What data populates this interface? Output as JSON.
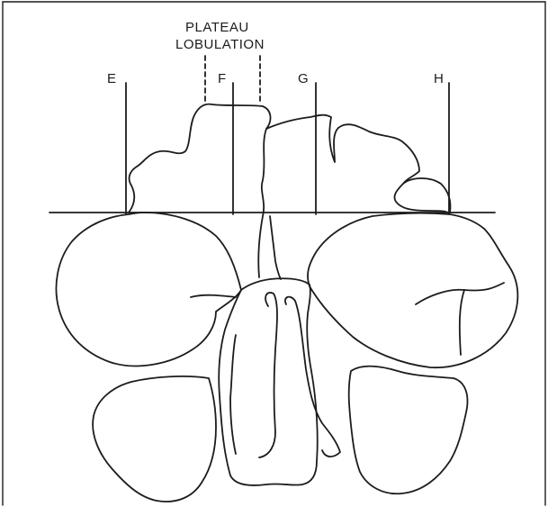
{
  "annotation": {
    "line1": "PLATEAU",
    "line2": "LOBULATION"
  },
  "markers": {
    "e": "E",
    "f": "F",
    "g": "G",
    "h": "H"
  },
  "colors": {
    "ink": "#1c1c1c",
    "background": "#ffffff"
  }
}
